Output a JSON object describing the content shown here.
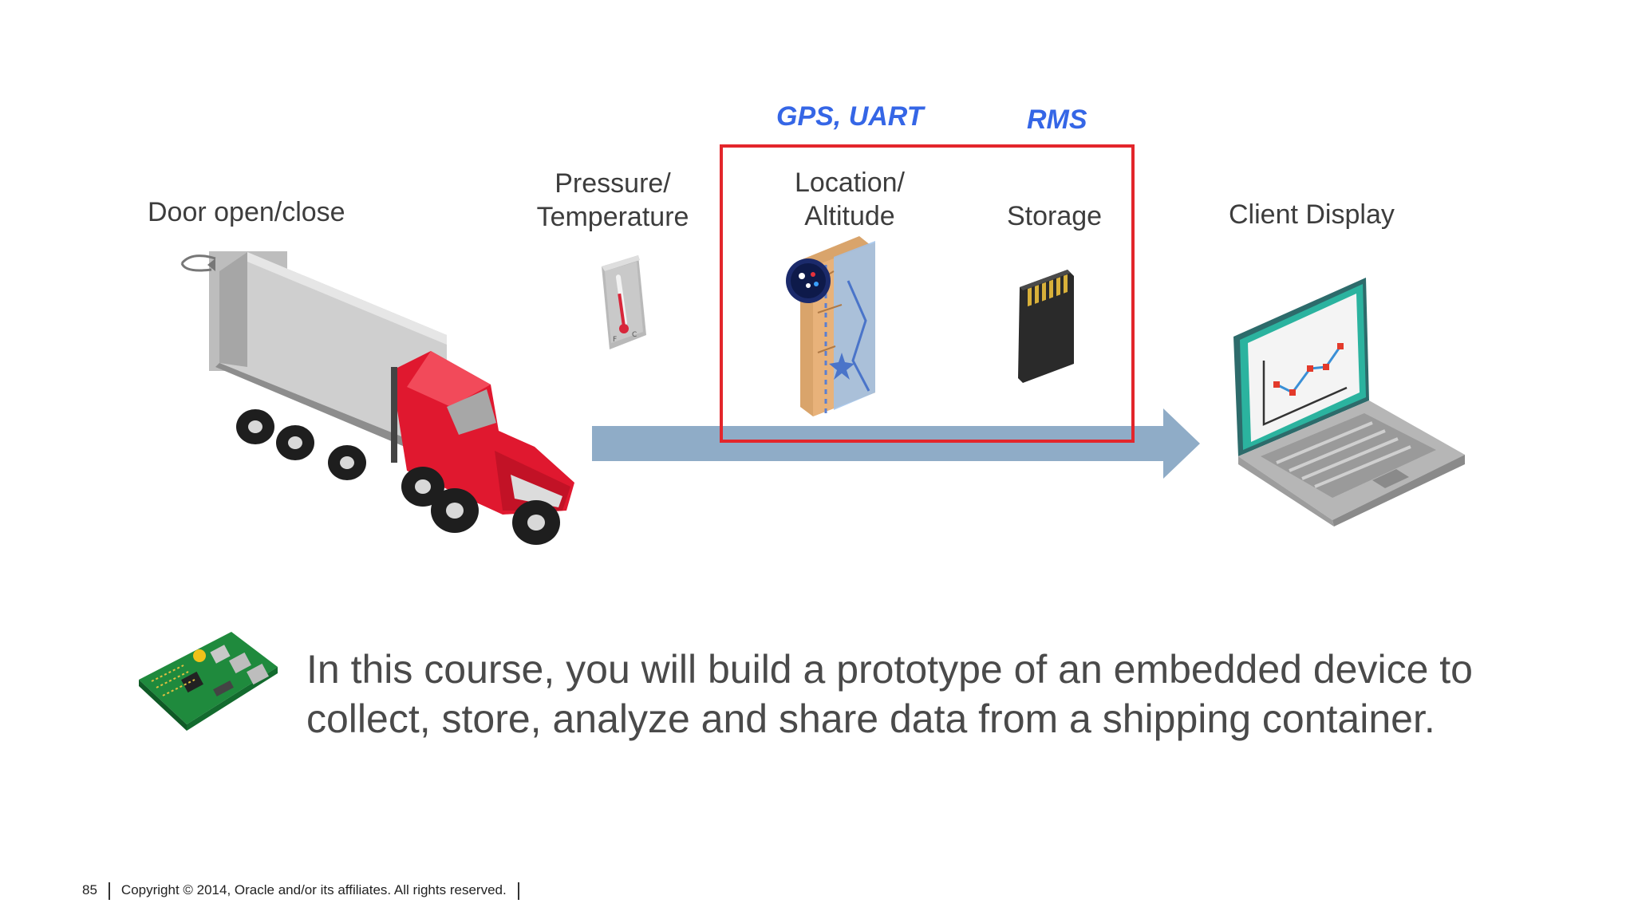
{
  "diagram": {
    "labels": {
      "door": "Door open/close",
      "pressure_line1": "Pressure/",
      "pressure_line2": "Temperature",
      "location_line1": "Location/",
      "location_line2": "Altitude",
      "storage": "Storage",
      "client": "Client Display"
    },
    "tags": {
      "gps": "GPS, UART",
      "rms": "RMS"
    },
    "icons": [
      "truck-icon",
      "thermometer-icon",
      "gps-map-icon",
      "sd-card-icon",
      "laptop-chart-icon",
      "circuit-board-icon"
    ]
  },
  "statement": {
    "line1": "In this course, you will build a prototype of an embedded device to",
    "line2": "collect, store, analyze and share data from a shipping container."
  },
  "footer": {
    "page_number": "85",
    "copyright": "Copyright © 2014, Oracle and/or its affiliates. All rights reserved."
  },
  "colors": {
    "highlight_box": "#e3262b",
    "tag_text": "#3566e6",
    "flow_arrow": "#8facc7",
    "truck_cab": "#e0182f"
  }
}
